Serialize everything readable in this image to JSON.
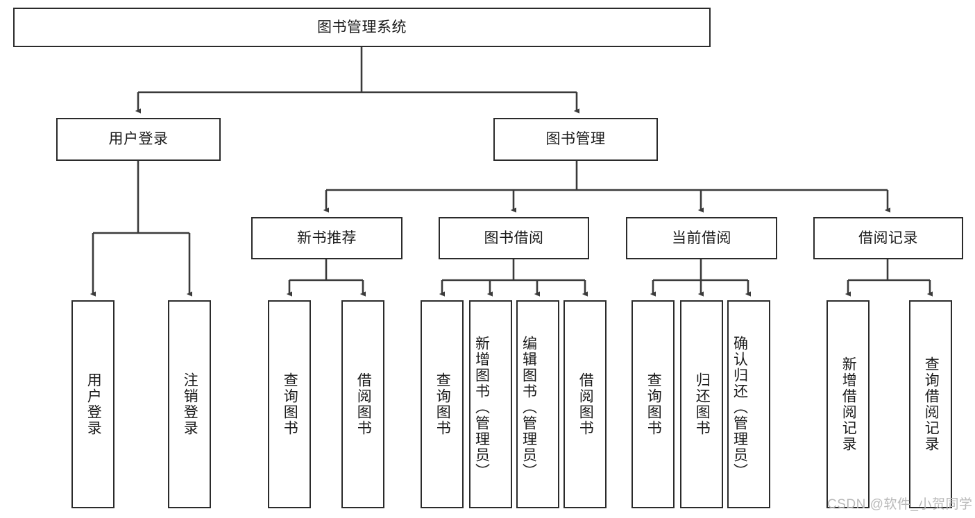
{
  "diagram": {
    "type": "tree-hierarchy-chart",
    "title": "图书管理系统",
    "colors": {
      "box_border": "#2b2b2b",
      "box_fill": "#ffffff",
      "connector": "#3a3a3a",
      "text": "#1a1a1a",
      "watermark": "#b9b9b9",
      "background": "#ffffff"
    },
    "root": {
      "label": "图书管理系统",
      "orientation": "horizontal"
    },
    "level2": [
      {
        "id": "user-login",
        "label": "用户登录",
        "orientation": "horizontal"
      },
      {
        "id": "book-manage",
        "label": "图书管理",
        "orientation": "horizontal"
      }
    ],
    "level3": [
      {
        "id": "new-book-recommend",
        "label": "新书推荐",
        "orientation": "horizontal",
        "parent": "book-manage"
      },
      {
        "id": "book-borrow",
        "label": "图书借阅",
        "orientation": "horizontal",
        "parent": "book-manage"
      },
      {
        "id": "current-borrow",
        "label": "当前借阅",
        "orientation": "horizontal",
        "parent": "book-manage"
      },
      {
        "id": "borrow-record",
        "label": "借阅记录",
        "orientation": "horizontal",
        "parent": "book-manage"
      }
    ],
    "leaves": [
      {
        "id": "leaf-user-login",
        "label": "用户登录",
        "parent": "user-login",
        "orientation": "vertical"
      },
      {
        "id": "leaf-user-logout",
        "label": "注销登录",
        "parent": "user-login",
        "orientation": "vertical"
      },
      {
        "id": "leaf-query-book-1",
        "label": "查询图书",
        "parent": "new-book-recommend",
        "orientation": "vertical"
      },
      {
        "id": "leaf-borrow-book-1",
        "label": "借阅图书",
        "parent": "new-book-recommend",
        "orientation": "vertical"
      },
      {
        "id": "leaf-query-book-2",
        "label": "查询图书",
        "parent": "book-borrow",
        "orientation": "vertical"
      },
      {
        "id": "leaf-add-book",
        "label": "新增图书（管理员）",
        "parent": "book-borrow",
        "orientation": "vertical"
      },
      {
        "id": "leaf-edit-book",
        "label": "编辑图书（管理员）",
        "parent": "book-borrow",
        "orientation": "vertical"
      },
      {
        "id": "leaf-borrow-book-2",
        "label": "借阅图书",
        "parent": "book-borrow",
        "orientation": "vertical"
      },
      {
        "id": "leaf-query-book-3",
        "label": "查询图书",
        "parent": "current-borrow",
        "orientation": "vertical"
      },
      {
        "id": "leaf-return-book",
        "label": "归还图书",
        "parent": "current-borrow",
        "orientation": "vertical"
      },
      {
        "id": "leaf-confirm-return",
        "label": "确认归还（管理员）",
        "parent": "current-borrow",
        "orientation": "vertical"
      },
      {
        "id": "leaf-add-record",
        "label": "新增借阅记录",
        "parent": "borrow-record",
        "orientation": "vertical"
      },
      {
        "id": "leaf-query-record",
        "label": "查询借阅记录",
        "parent": "borrow-record",
        "orientation": "vertical"
      }
    ]
  },
  "watermark": {
    "text": "CSDN @软件_小贺同学"
  }
}
